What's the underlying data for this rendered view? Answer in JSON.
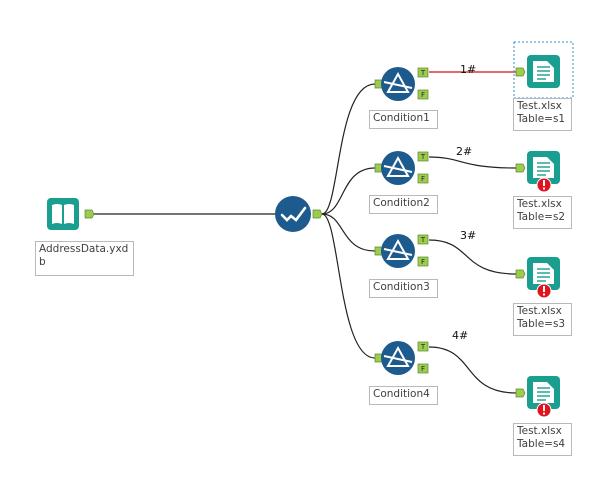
{
  "workflow": {
    "input_tool": {
      "label_line1": "AddressData.yxd",
      "label_line2": "b",
      "icon": "book-input-icon"
    },
    "union_tool": {
      "icon": "union-check-icon"
    },
    "filters": [
      {
        "label": "Condition1",
        "icon": "filter-prism-icon",
        "true_anchor": "T",
        "false_anchor": "F"
      },
      {
        "label": "Condition2",
        "icon": "filter-prism-icon",
        "true_anchor": "T",
        "false_anchor": "F"
      },
      {
        "label": "Condition3",
        "icon": "filter-prism-icon",
        "true_anchor": "T",
        "false_anchor": "F"
      },
      {
        "label": "Condition4",
        "icon": "filter-prism-icon",
        "true_anchor": "T",
        "false_anchor": "F"
      }
    ],
    "outputs": [
      {
        "line1": "Test.xlsx",
        "line2": "Table=s1",
        "connection": "1#",
        "has_error": false,
        "selected": true
      },
      {
        "line1": "Test.xlsx",
        "line2": "Table=s2",
        "connection": "2#",
        "has_error": true,
        "selected": false
      },
      {
        "line1": "Test.xlsx",
        "line2": "Table=s3",
        "connection": "3#",
        "has_error": true,
        "selected": false
      },
      {
        "line1": "Test.xlsx",
        "line2": "Table=s4",
        "connection": "4#",
        "has_error": true,
        "selected": false
      }
    ]
  },
  "colors": {
    "teal": "#1a9e8f",
    "navy": "#1d5a8e",
    "anchor_green": "#9ccb4f",
    "error_red": "#e0131f",
    "selected_connection": "#d93a3a",
    "connection": "#222222"
  }
}
